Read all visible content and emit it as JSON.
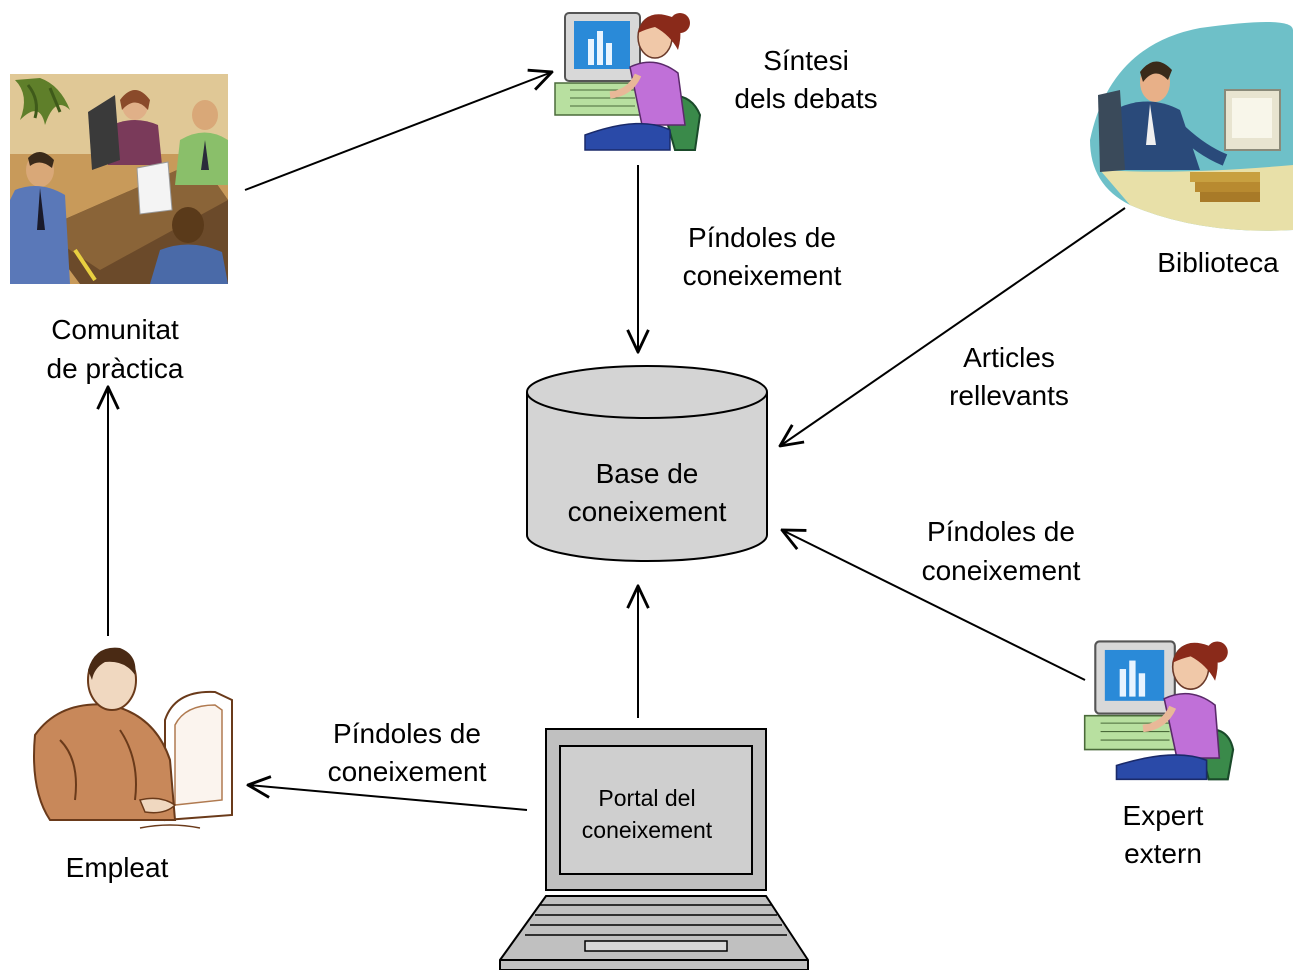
{
  "nodes": {
    "community": {
      "line1": "Comunitat",
      "line2": "de pràctica"
    },
    "synthesis": {
      "line1": "Síntesi",
      "line2": "dels debats"
    },
    "library": {
      "label": "Biblioteca"
    },
    "knowledge_base": {
      "line1": "Base de",
      "line2": "coneixement"
    },
    "expert": {
      "line1": "Expert",
      "line2": "extern"
    },
    "employee": {
      "label": "Empleat"
    },
    "portal": {
      "line1": "Portal del",
      "line2": "coneixement"
    }
  },
  "edges": {
    "synthesis_to_base": {
      "line1": "Píndoles de",
      "line2": "coneixement"
    },
    "library_to_base": {
      "line1": "Articles",
      "line2": "rellevants"
    },
    "expert_to_base": {
      "line1": "Píndoles de",
      "line2": "coneixement"
    },
    "portal_to_employee": {
      "line1": "Píndoles de",
      "line2": "coneixement"
    }
  },
  "colors": {
    "cylinder_fill": "#d4d4d4",
    "laptop_fill": "#c0c0c0",
    "screen_fill": "#cfcfcf"
  }
}
